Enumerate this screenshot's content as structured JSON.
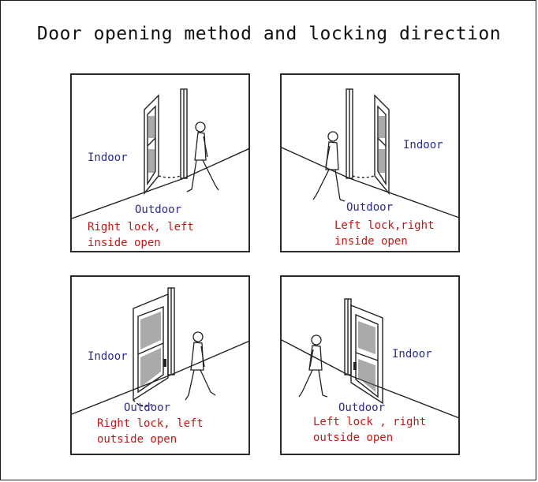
{
  "title": "Door opening method and locking direction",
  "colors": {
    "room_label": "#2b2b8c",
    "method_label": "#c01818",
    "line": "#222222"
  },
  "panels": [
    {
      "indoor": "Indoor",
      "outdoor": "Outdoor",
      "method_line1": "Right lock, left",
      "method_line2": "inside open"
    },
    {
      "indoor": "Indoor",
      "outdoor": "Outdoor",
      "method_line1": "Left lock,right",
      "method_line2": "inside open"
    },
    {
      "indoor": "Indoor",
      "outdoor": "Outdoor",
      "method_line1": "Right lock, left",
      "method_line2": "outside open"
    },
    {
      "indoor": "Indoor",
      "outdoor": "Outdoor",
      "method_line1": "Left lock , right",
      "method_line2": "outside open"
    }
  ]
}
